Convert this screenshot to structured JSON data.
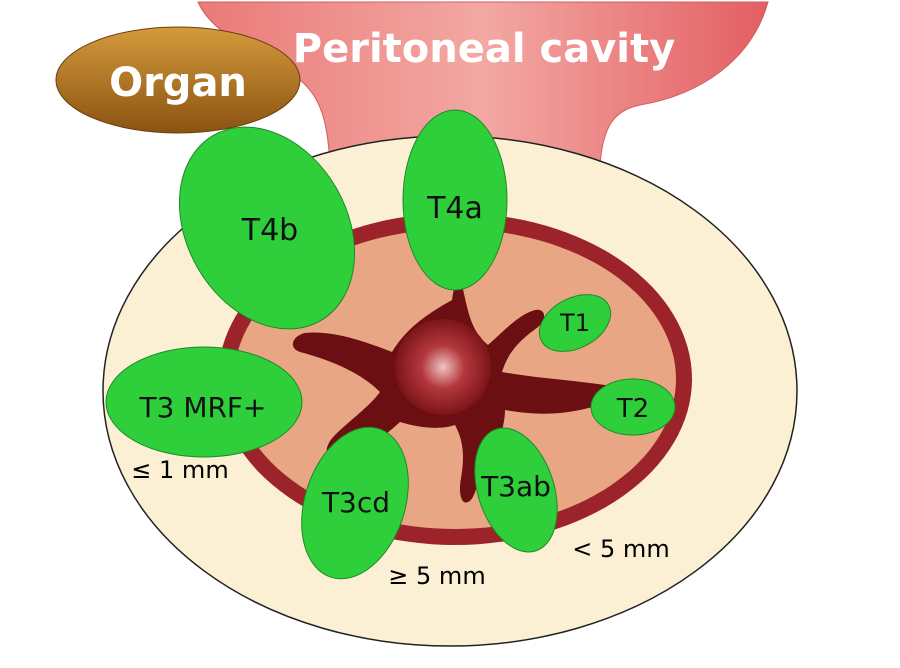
{
  "header": {
    "cavity_label": "Peritoneal cavity",
    "organ_label": "Organ"
  },
  "stages": {
    "t1": "T1",
    "t2": "T2",
    "t3ab": "T3ab",
    "t3cd": "T3cd",
    "t3mrf": "T3 MRF+",
    "t4a": "T4a",
    "t4b": "T4b"
  },
  "distances": {
    "le1": "≤ 1 mm",
    "ge5": "≥ 5 mm",
    "lt5": "< 5 mm"
  },
  "colors": {
    "tumor_green": "#2fcf3c",
    "wall_red": "#9c232a",
    "mucosa": "#e9a685",
    "mesorectum": "#fbefd4",
    "cavity": "#e8676a",
    "organ": "#b0731a"
  }
}
